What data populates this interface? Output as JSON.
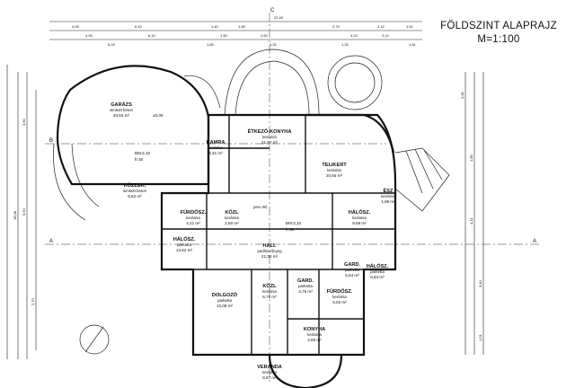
{
  "title": {
    "line1": "FÖLDSZINT ALAPRAJZ",
    "line2": "M=1:100"
  },
  "section_marks": {
    "top": "C",
    "left_b": "B",
    "left_a": "A",
    "right_a": "A"
  },
  "top_dimensions": {
    "row1": [
      "4,05",
      "6,10",
      "1,40",
      "1,90",
      "22,40",
      "2,79",
      "2,12",
      "1,51"
    ],
    "row2": [
      "4,05",
      "6,10",
      "1,50",
      "2,60",
      "4,23",
      "2,12"
    ],
    "row3": [
      "6,15",
      "1,80",
      "4,20",
      "1,20",
      "1,81"
    ]
  },
  "left_dimensions": [
    "18,08",
    "3,60",
    "5,60",
    "2,70"
  ],
  "right_dimensions": [
    "3,45",
    "1,80",
    "4,11",
    "3,40",
    "1,51"
  ],
  "rooms": [
    {
      "name": "GARÁZS",
      "floor": "simitott beton",
      "area": "40,53 m²"
    },
    {
      "name": "KAMRA",
      "floor": "kerámia",
      "area": "4,31 m²"
    },
    {
      "name": "ÉTKEZŐ-KONYHA",
      "floor": "kerámia",
      "area": "21,97 m²"
    },
    {
      "name": "TELIKERT",
      "floor": "kerámia",
      "area": "20,65 m²"
    },
    {
      "name": "KÖZLEK.",
      "floor": "simitott beton",
      "area": "5,62 m²"
    },
    {
      "name": "FÜRDŐSZ.",
      "floor": "kerámia",
      "area": "4,21 m²"
    },
    {
      "name": "KÖZL",
      "floor": "kerámia",
      "area": "2,60 m²"
    },
    {
      "name": "HÁLÓSZ.",
      "floor": "kerámia",
      "area": "9,69 m²"
    },
    {
      "name": "HÁLÓSZ.",
      "floor": "parketta",
      "area": "13,62 m²"
    },
    {
      "name": "HALL",
      "floor": "padlószőnyeg",
      "area": "21,34 m²"
    },
    {
      "name": "GARD.",
      "floor": "parketta",
      "area": "5,64 m²"
    },
    {
      "name": "HÁLÓSZ.",
      "floor": "parketta",
      "area": "8,64 m²"
    },
    {
      "name": "DOLGOZÓ",
      "floor": "parketta",
      "area": "10,08 m²"
    },
    {
      "name": "KÖZL",
      "floor": "kerámia",
      "area": "6,76 m²"
    },
    {
      "name": "GARD.",
      "floor": "parketta",
      "area": "4,75 m²"
    },
    {
      "name": "FÜRDŐSZ.",
      "floor": "kerámia",
      "area": "6,02 m²"
    },
    {
      "name": "KONYHA",
      "floor": "kerámia",
      "area": "4,80 m²"
    },
    {
      "name": "VERANDA",
      "floor": "kerámia",
      "area": "8,67 m²"
    },
    {
      "name": "ÉSZ",
      "floor": "kerámia",
      "area": "1,99 m²"
    }
  ],
  "labels": {
    "garage_level": "±0,00",
    "bm1": "BM:2,10",
    "bm2": "BM:3,10",
    "fr1": "fr:40",
    "fr2": "fr:30",
    "pmv": "pmv 90"
  }
}
